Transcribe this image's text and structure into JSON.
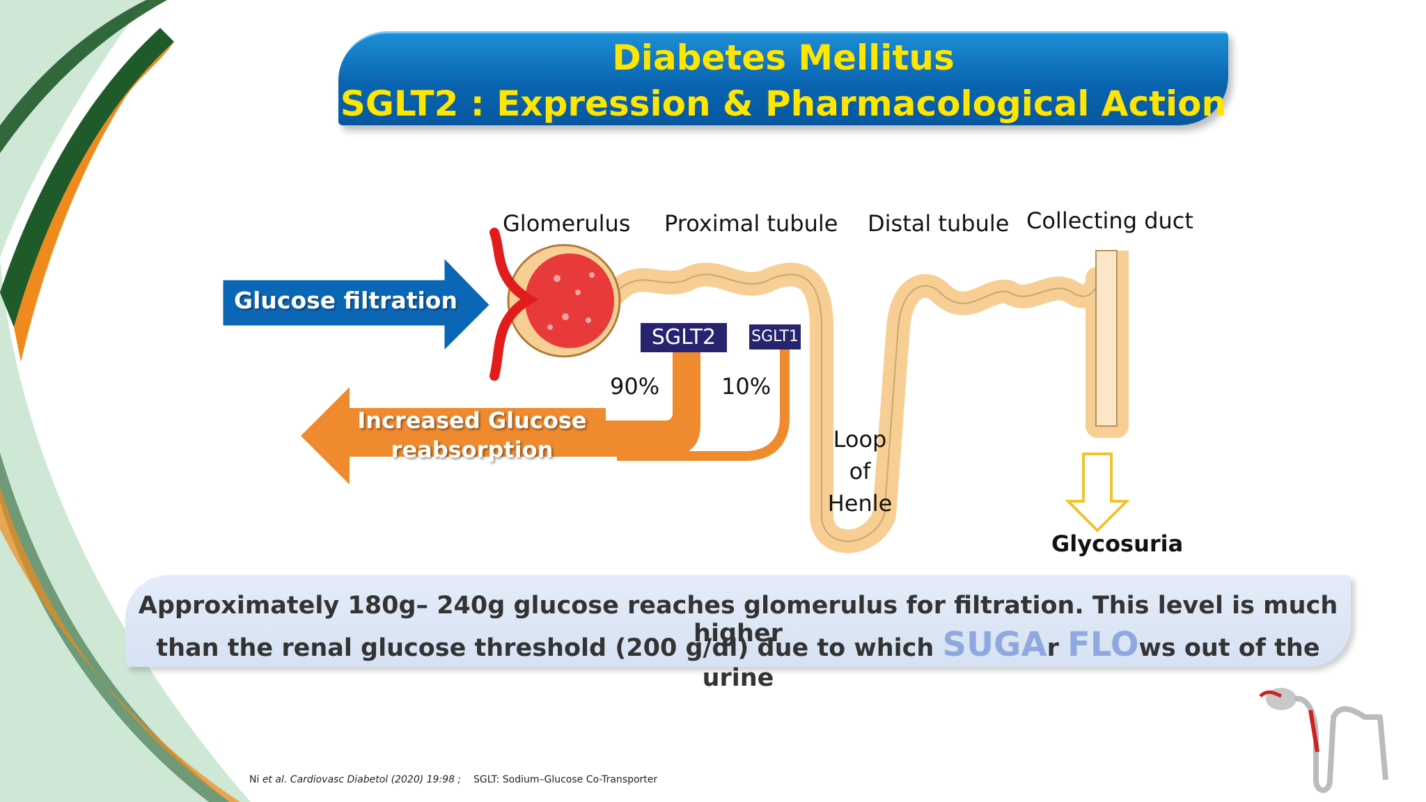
{
  "title": {
    "line1": "Diabetes Mellitus",
    "line2": "SGLT2 : Expression & Pharmacological Action"
  },
  "diagram": {
    "segments": {
      "glomerulus": "Glomerulus",
      "proximal_tubule": "Proximal tubule",
      "distal_tubule": "Distal tubule",
      "collecting_duct": "Collecting duct"
    },
    "filtration_label": "Glucose filtration",
    "reabsorption_line1": "Increased Glucose",
    "reabsorption_line2": "reabsorption",
    "sglt2_label": "SGLT2",
    "sglt1_label": "SGLT1",
    "sglt2_percent": "90%",
    "sglt1_percent": "10%",
    "loop": {
      "line1": "Loop",
      "line2": "of",
      "line3": "Henle"
    },
    "glycosuria": "Glycosuria"
  },
  "info": {
    "line1": "Approximately 180g– 240g glucose reaches glomerulus for filtration. This level is much higher",
    "line2_prefix": "than the renal glucose threshold (200 g/dl) due to which ",
    "accent1": "SUGA",
    "mid_r": "r ",
    "accent2": "FLO",
    "line2_suffix": "ws out of the urine"
  },
  "citation": {
    "author": "Ni ",
    "etal_journal": "et al. Cardiovasc Diabetol (2020) 19:98 ;",
    "definition": "SGLT: Sodium–Glucose Co-Transporter"
  },
  "colors": {
    "title_text": "#ffe600",
    "title_bg": "#0a64b0",
    "filtration_arrow": "#0b66b5",
    "reabsorption_arrow": "#f08a2e",
    "tubule": "#f7cf94",
    "sglt_box": "#26246e",
    "glomerulus": "#e83a3a",
    "info_bg": "#dce6f5",
    "accent_text": "#8fa8e0",
    "green_band": "#1f5a2a",
    "orange_band": "#ef8a1d",
    "mint_bg": "#cfe8d5"
  }
}
